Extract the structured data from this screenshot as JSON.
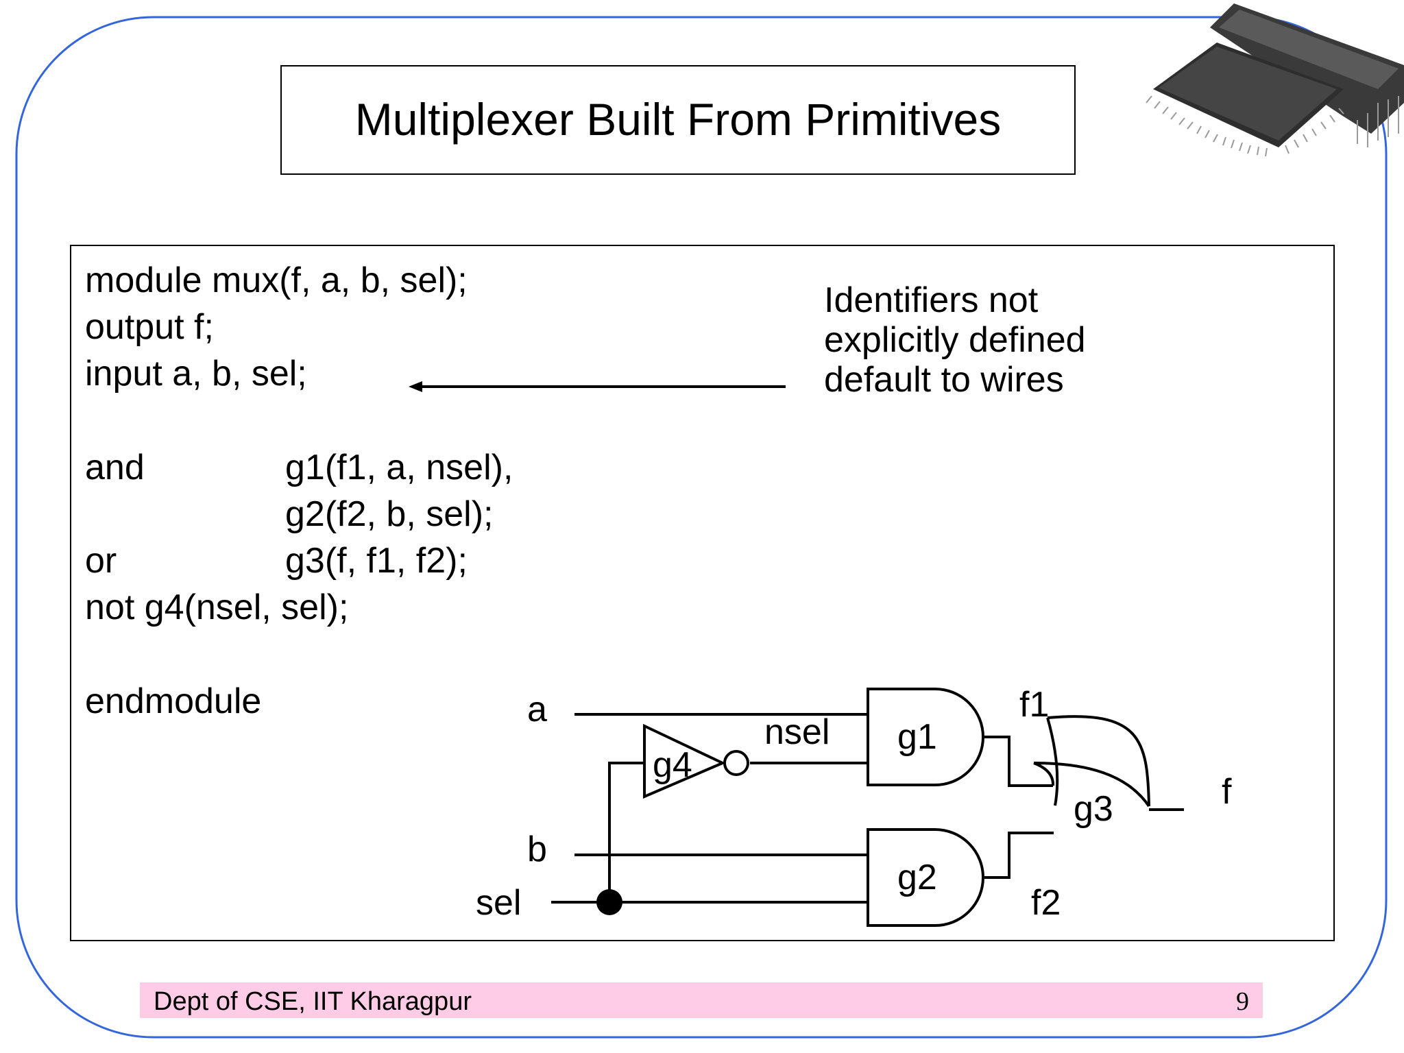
{
  "title": "Multiplexer Built From Primitives",
  "code": {
    "line1": "module mux(f, a, b, sel);",
    "line2": "output f;",
    "line3": "input a, b, sel;",
    "and_kw": "and",
    "and_g1": "g1(f1, a, nsel),",
    "and_g2": "g2(f2, b, sel);",
    "or_kw": "or",
    "or_g3": "g3(f, f1, f2);",
    "not_line": "not g4(nsel, sel);",
    "end": "endmodule"
  },
  "annotation": {
    "line1": "Identifiers not",
    "line2": "explicitly defined",
    "line3": "default to wires"
  },
  "circuit": {
    "input_a": "a",
    "input_b": "b",
    "input_sel": "sel",
    "wire_nsel": "nsel",
    "gate_g1": "g1",
    "gate_g2": "g2",
    "gate_g3": "g3",
    "gate_g4": "g4",
    "wire_f1": "f1",
    "wire_f2": "f2",
    "output_f": "f"
  },
  "footer": {
    "dept": "Dept of CSE, IIT Kharagpur",
    "page": "9"
  },
  "colors": {
    "frame": "#3366dd",
    "footer_bg": "#ffcce6"
  }
}
